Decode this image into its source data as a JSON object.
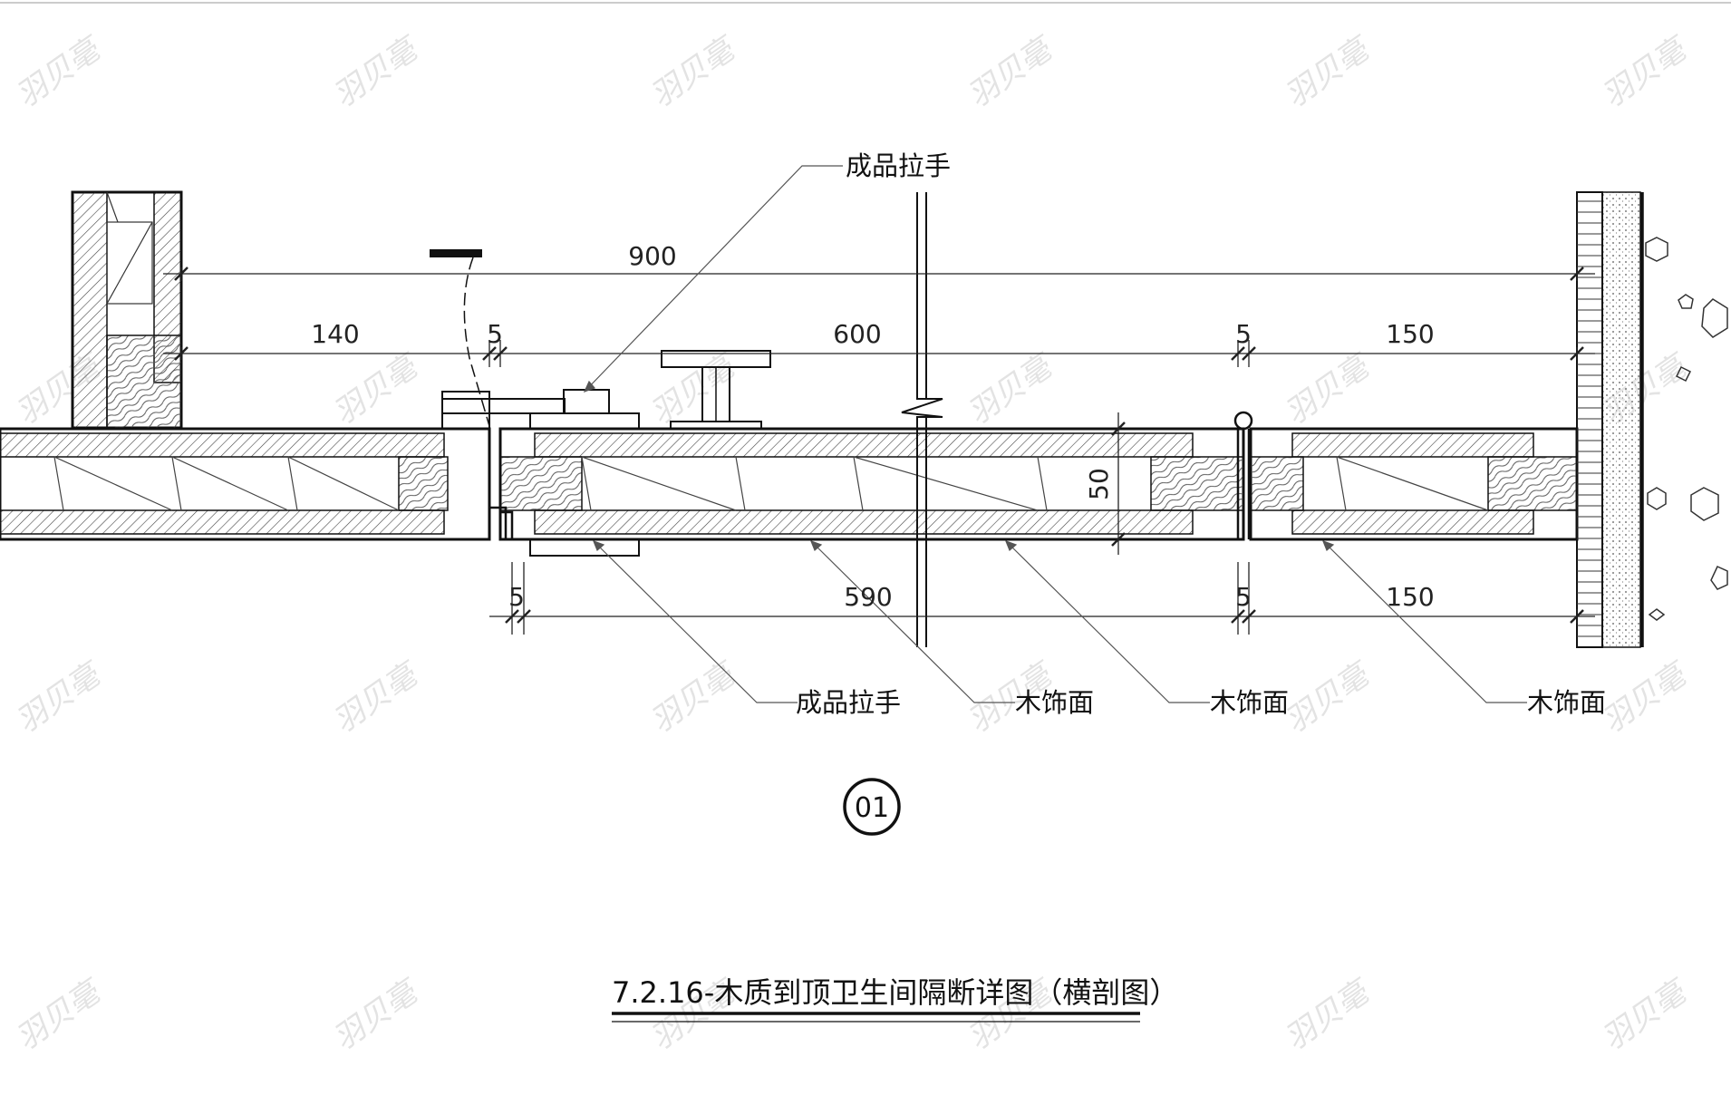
{
  "dimensions": {
    "overall": "900",
    "top_left": "140",
    "top_gap_left": "5",
    "top_middle": "600",
    "top_gap_right": "5",
    "top_right": "150",
    "thickness": "50",
    "bottom_gap_left": "5",
    "bottom_middle": "590",
    "bottom_gap_right": "5",
    "bottom_right": "150"
  },
  "callouts": {
    "handle_top": "成品拉手",
    "handle_bottom": "成品拉手",
    "wood_finish_1": "木饰面",
    "wood_finish_2": "木饰面",
    "wood_finish_3": "木饰面"
  },
  "detail_mark": "01",
  "title": "7.2.16-木质到顶卫生间隔断详图（横剖图）",
  "watermark": "羽贝毫",
  "colors": {
    "line": "#1a1a1a",
    "leader": "#555555",
    "watermark": "#e3e3e3"
  }
}
